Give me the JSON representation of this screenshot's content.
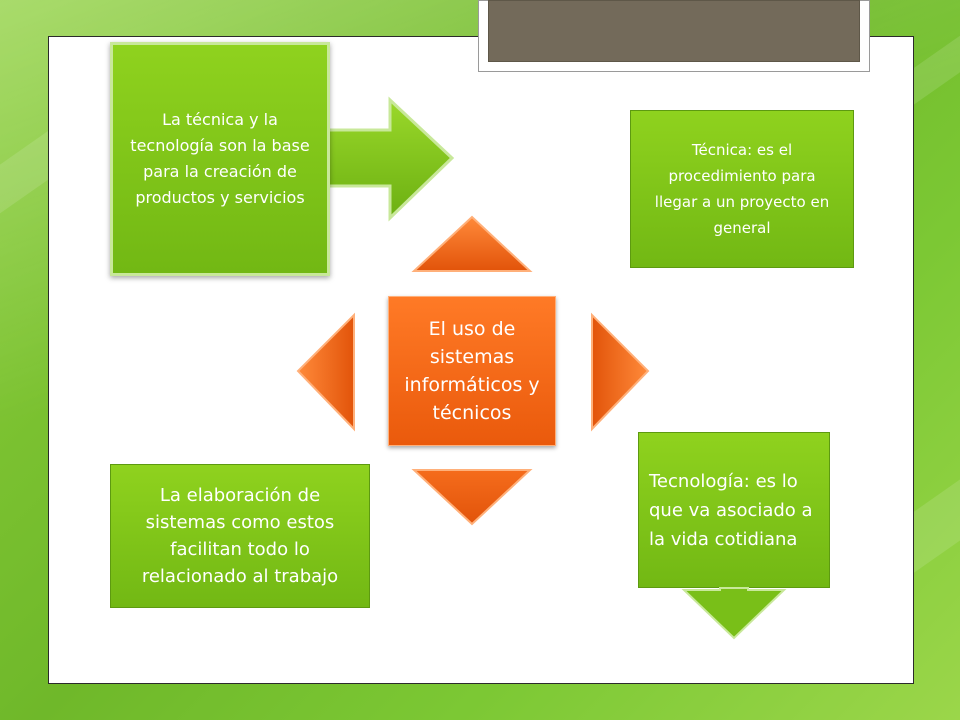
{
  "slide": {
    "title": "",
    "boxes": {
      "arrow_callout": "La técnica y la tecnología son la base para la creación de productos y servicios",
      "tecnica": "Técnica: es el procedimiento para llegar a un proyecto en general",
      "center": "El uso de sistemas informáticos y técnicos",
      "tecnologia": "Tecnología: es lo que va asociado a la vida cotidiana",
      "elaboracion": "La elaboración de sistemas como estos facilitan todo lo relacionado al trabajo"
    }
  },
  "colors": {
    "green": "#7cc31a",
    "orange": "#f26a1b",
    "title_box": "#736a5a",
    "background": "#7cc834"
  }
}
